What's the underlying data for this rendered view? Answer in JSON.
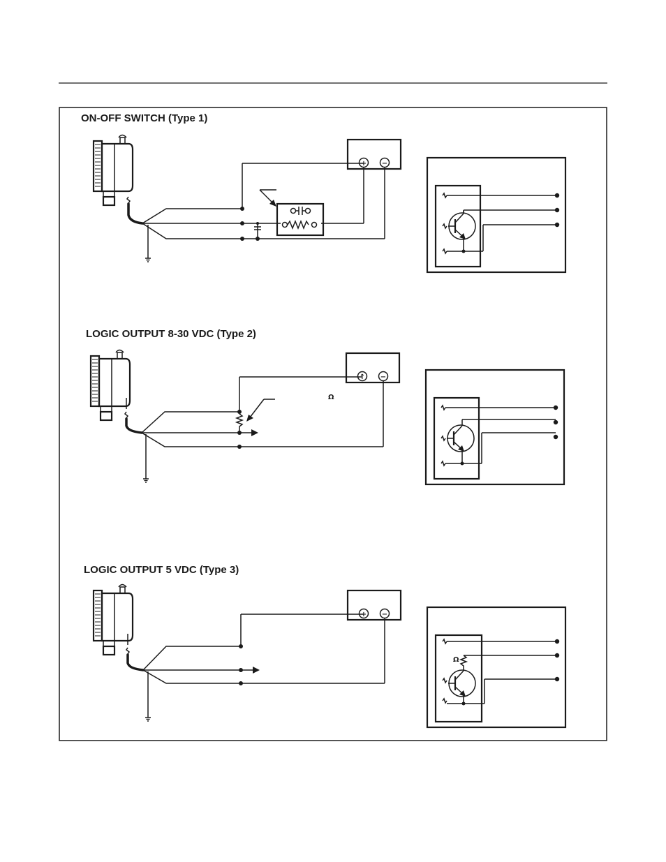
{
  "sections": [
    {
      "title": "ON-OFF SWITCH (Type 1)"
    },
    {
      "title": "LOGIC OUTPUT 8-30 VDC (Type 2)",
      "resistor_symbol": "Ω"
    },
    {
      "title": "LOGIC OUTPUT 5 VDC (Type 3)",
      "resistor_symbol": "Ω"
    }
  ],
  "terminal_symbols": {
    "plus": "+",
    "minus": "−",
    "plus_alt": "↑"
  },
  "colors": {
    "ink": "#1a1a1a",
    "background": "#ffffff"
  }
}
